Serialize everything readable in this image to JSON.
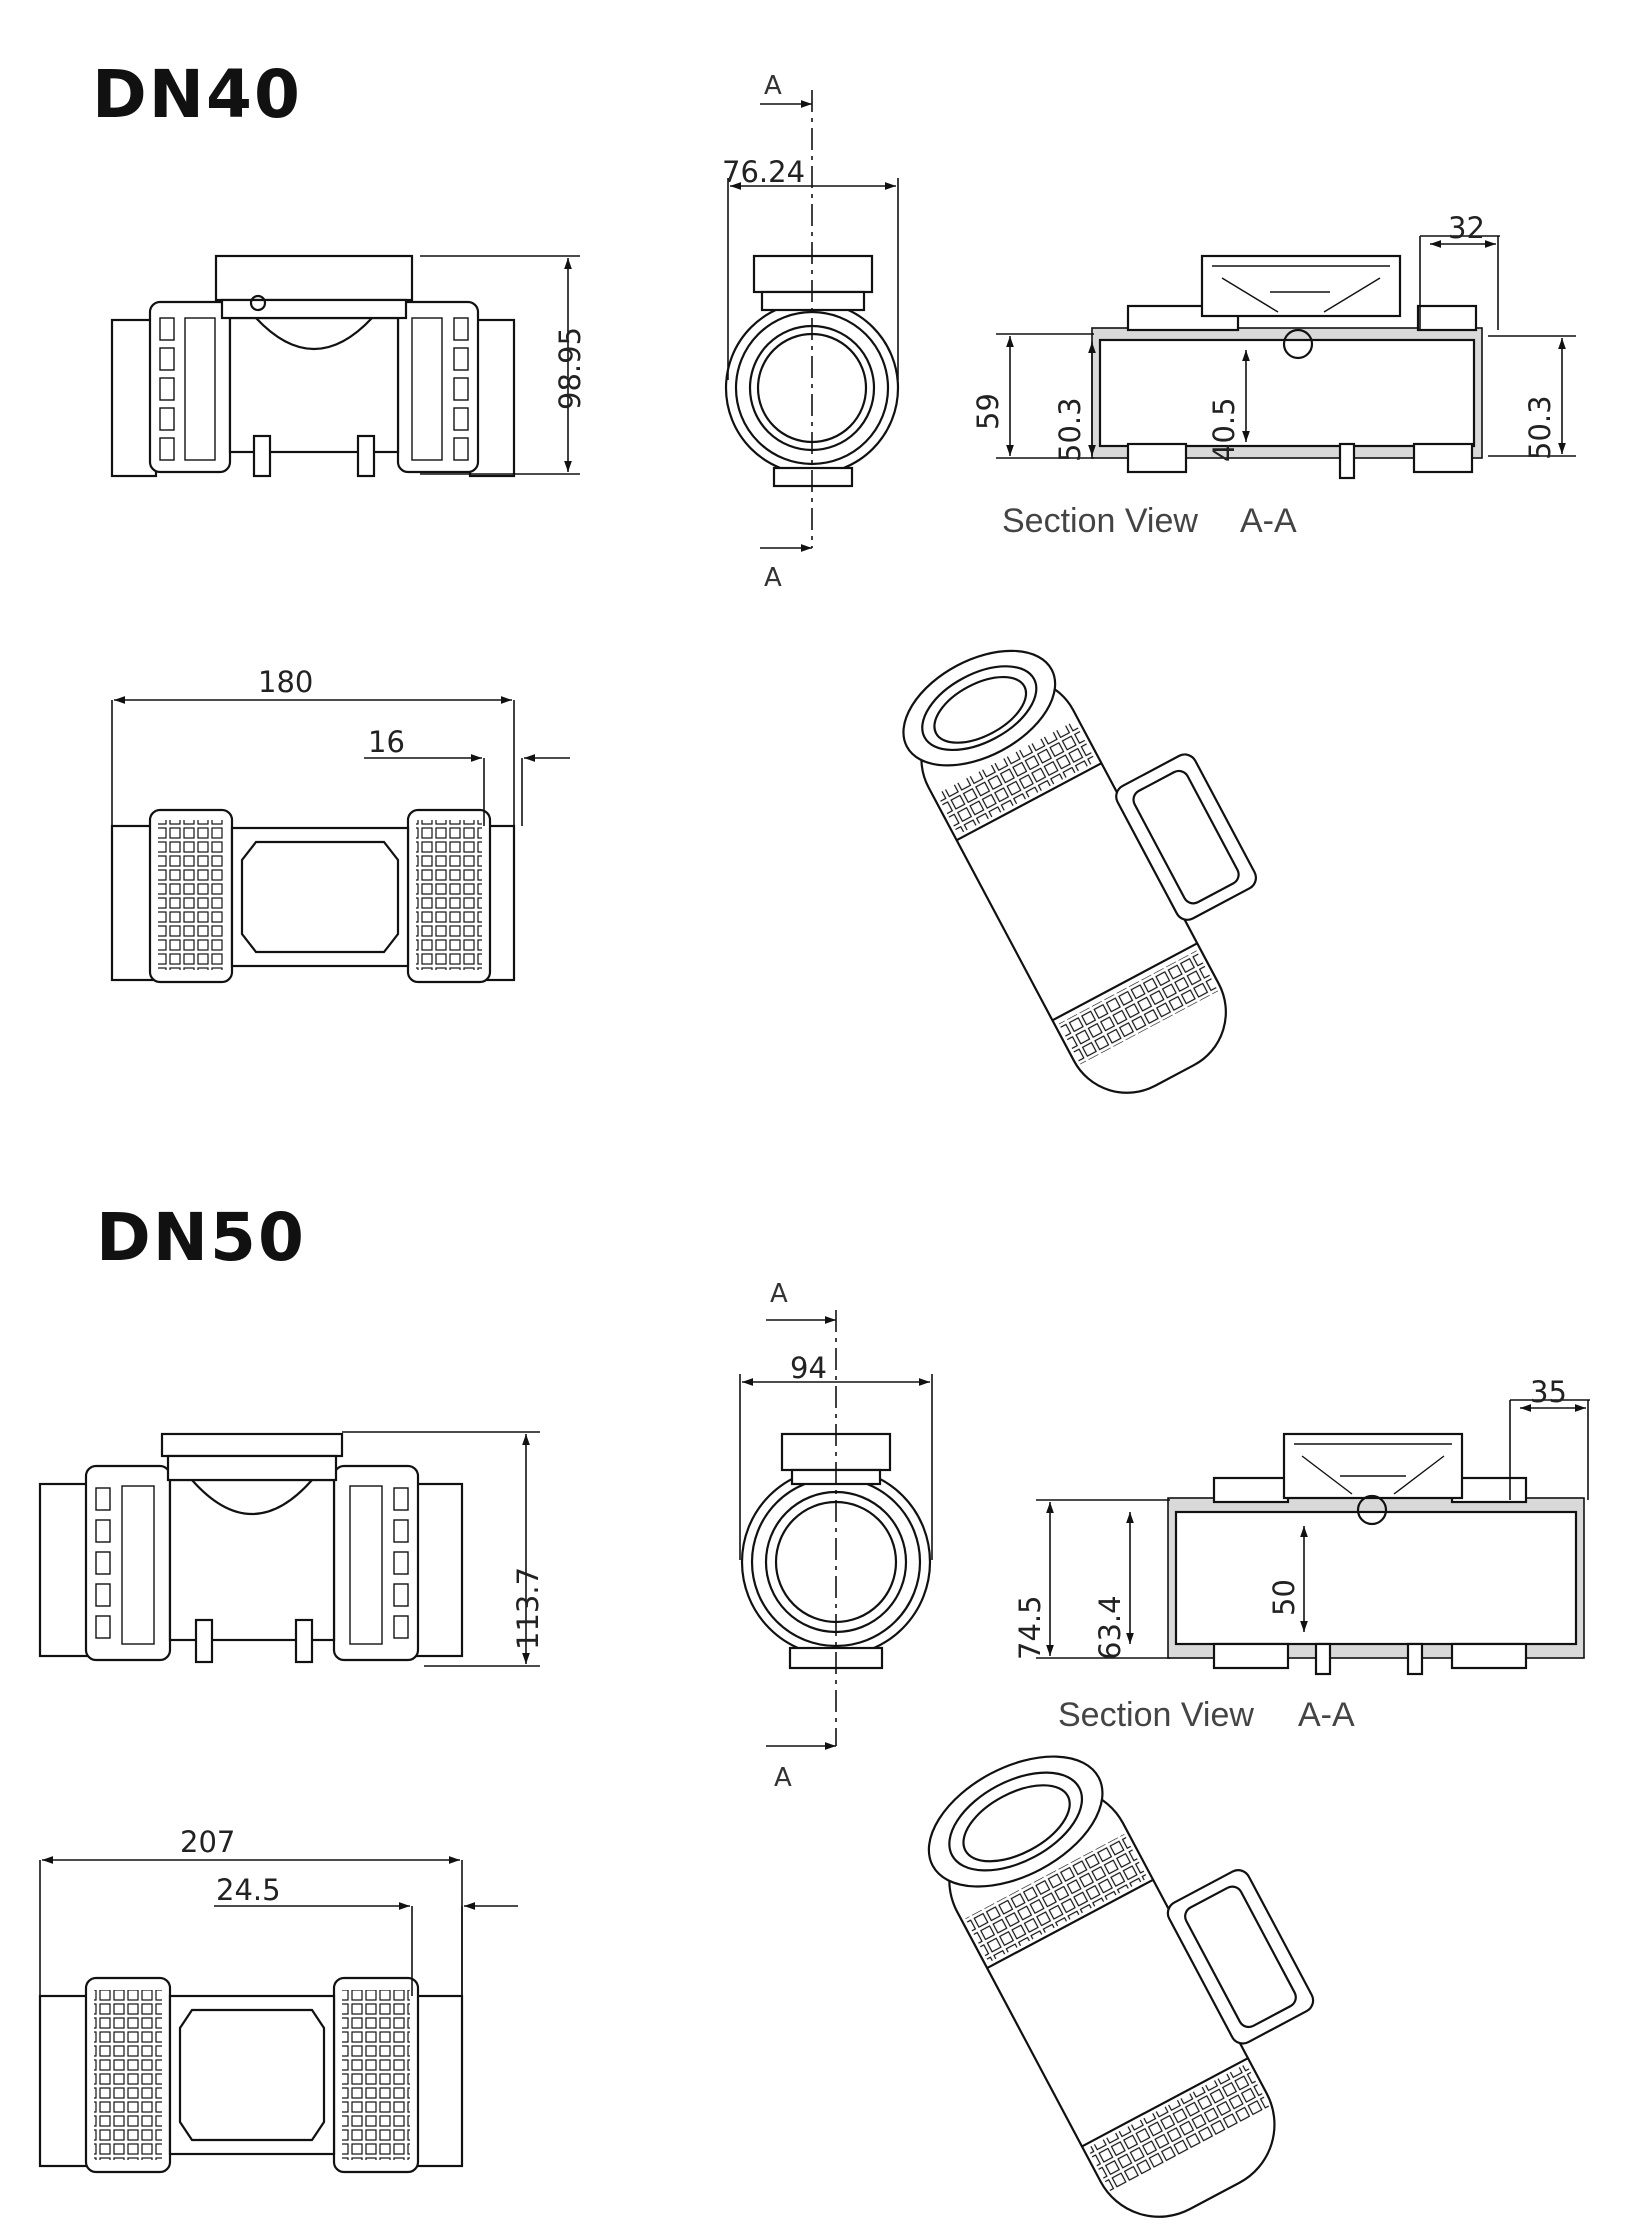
{
  "sections": [
    {
      "title": "DN40",
      "dims": {
        "height": "98.95",
        "width": "76.24",
        "offset": "32",
        "overall_h": "59",
        "bore": "50.3",
        "inner": "40.5",
        "bore_right": "50.3",
        "length": "180",
        "stub": "16"
      },
      "section_label": "Section View",
      "section_ref": "A-A",
      "cut_mark": "A"
    },
    {
      "title": "DN50",
      "dims": {
        "height": "113.7",
        "width": "94",
        "offset": "35",
        "overall_h": "74.5",
        "bore": "63.4",
        "inner": "50",
        "length": "207",
        "stub": "24.5"
      },
      "section_label": "Section View",
      "section_ref": "A-A",
      "cut_mark": "A"
    }
  ]
}
